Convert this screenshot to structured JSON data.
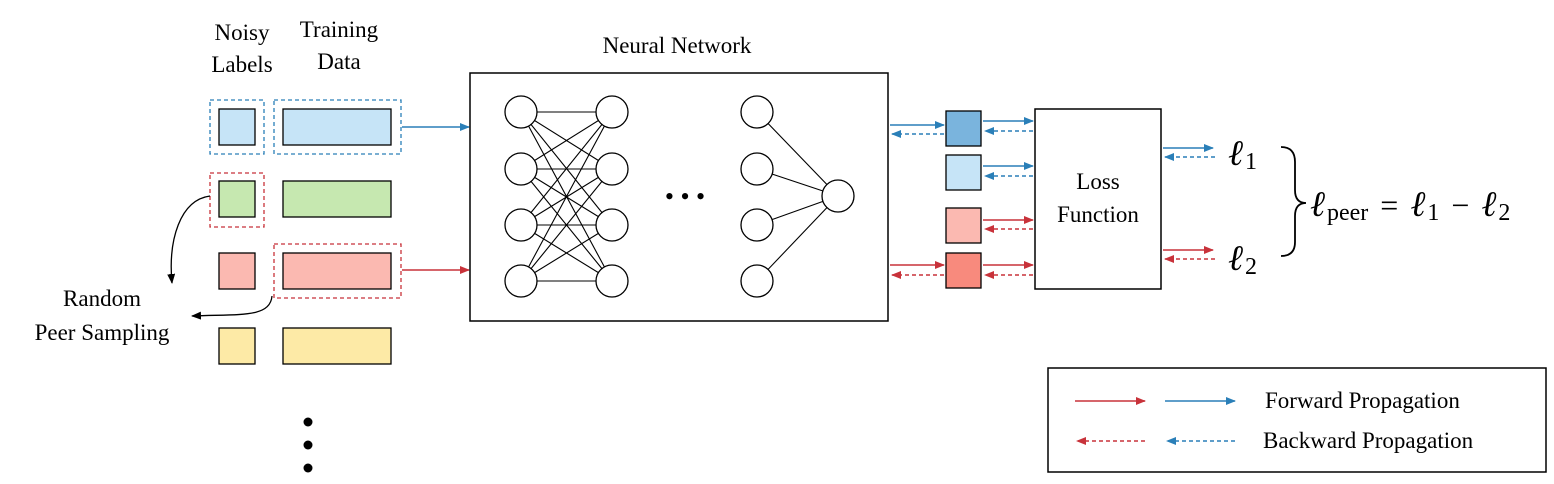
{
  "labels": {
    "noisy_line1": "Noisy",
    "noisy_line2": "Labels",
    "training_line1": "Training",
    "training_line2": "Data",
    "neural_network": "Neural Network",
    "random_line1": "Random",
    "random_line2": "Peer Sampling",
    "loss_line1": "Loss",
    "loss_line2": "Function",
    "ellipsis": "• • •"
  },
  "math": {
    "l_symbol": "ℓ",
    "sub1": "1",
    "sub2": "2",
    "peer_sub": "peer",
    "equals": "=",
    "minus": "−"
  },
  "legend": {
    "forward": "Forward Propagation",
    "backward": "Backward Propagation"
  },
  "colors": {
    "blue": "#c6e4f7",
    "blue_dark": "#7ab4dd",
    "green": "#c6e8b0",
    "red": "#fbb9b1",
    "red_dark": "#f88a7d",
    "yellow": "#fdeaa6",
    "arrow_blue": "#2a7fb8",
    "arrow_red": "#c8323a"
  }
}
